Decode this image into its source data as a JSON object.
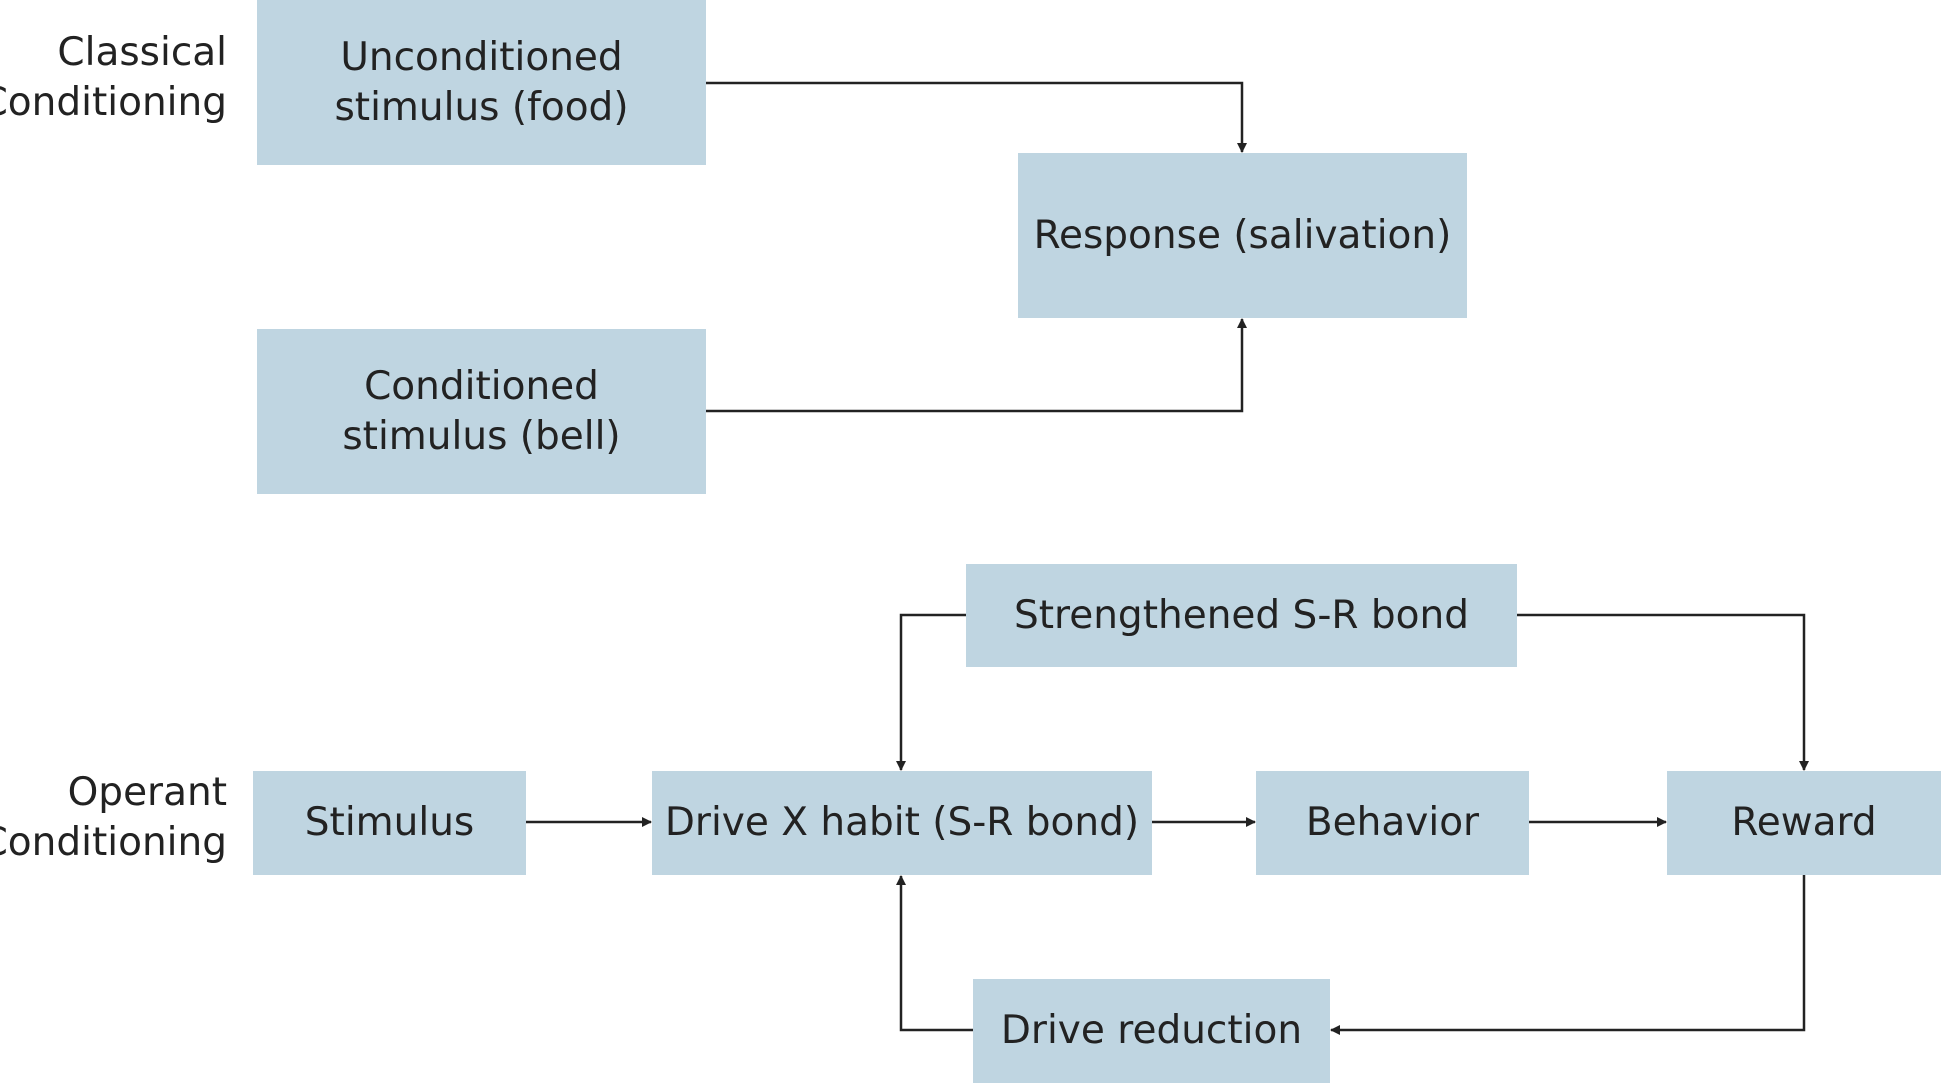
{
  "colors": {
    "box_fill": "#bfd5e1",
    "line": "#222222",
    "text": "#222222"
  },
  "sections": {
    "classical": {
      "label_line1": "Classical",
      "label_line2": "Conditioning"
    },
    "operant": {
      "label_line1": "Operant",
      "label_line2": "Conditioning"
    }
  },
  "nodes": {
    "unconditioned_stimulus": {
      "line1": "Unconditioned",
      "line2": "stimulus (food)"
    },
    "conditioned_stimulus": {
      "line1": "Conditioned",
      "line2": "stimulus (bell)"
    },
    "response": {
      "label": "Response (salivation)"
    },
    "strengthened_bond": {
      "label": "Strengthened S-R bond"
    },
    "stimulus": {
      "label": "Stimulus"
    },
    "drive_habit": {
      "label": "Drive X habit (S-R bond)"
    },
    "behavior": {
      "label": "Behavior"
    },
    "reward": {
      "label": "Reward"
    },
    "drive_reduction": {
      "label": "Drive reduction"
    }
  },
  "edges": [
    {
      "from": "unconditioned_stimulus",
      "to": "response"
    },
    {
      "from": "conditioned_stimulus",
      "to": "response"
    },
    {
      "from": "stimulus",
      "to": "drive_habit"
    },
    {
      "from": "drive_habit",
      "to": "behavior"
    },
    {
      "from": "behavior",
      "to": "reward"
    },
    {
      "from": "strengthened_bond",
      "to": "drive_habit"
    },
    {
      "from": "strengthened_bond",
      "to": "reward"
    },
    {
      "from": "reward",
      "to": "drive_reduction"
    },
    {
      "from": "drive_reduction",
      "to": "drive_habit"
    }
  ]
}
